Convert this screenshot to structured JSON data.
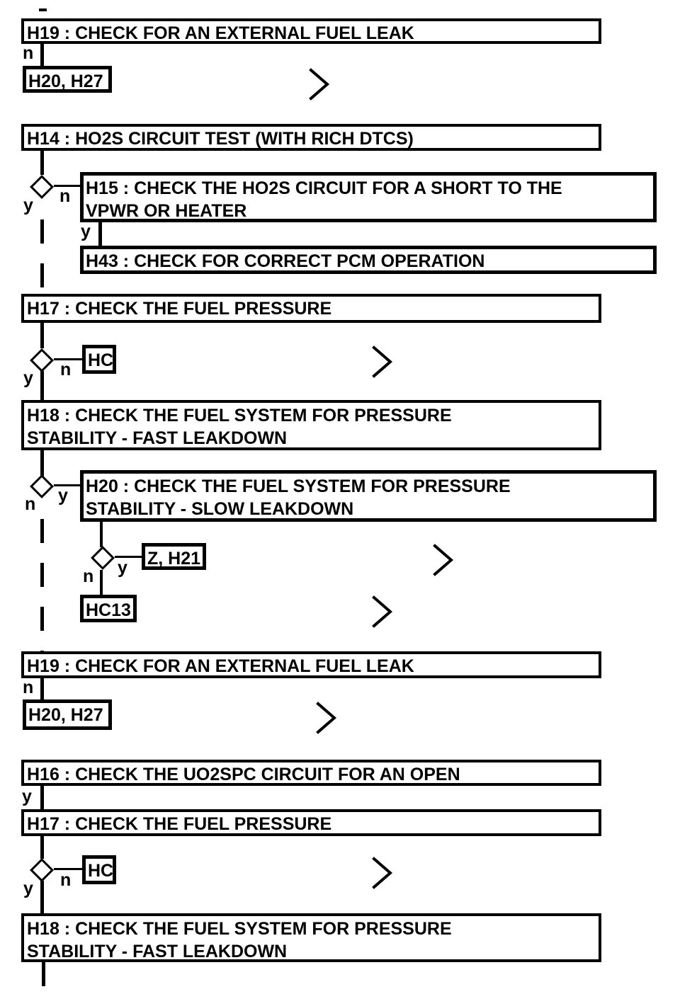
{
  "flow": {
    "yn": {
      "y": "y",
      "n": "n"
    },
    "boxes": {
      "h19_top": {
        "title": "H19 : CHECK FOR AN EXTERNAL FUEL LEAK"
      },
      "h20_h27_top": {
        "title": "H20, H27"
      },
      "h14": {
        "title": "H14 : HO2S CIRCUIT TEST (WITH RICH DTCS)"
      },
      "h15": {
        "line1": "H15 : CHECK THE HO2S CIRCUIT FOR A SHORT TO THE",
        "line2": "VPWR OR HEATER"
      },
      "h43": {
        "title": "H43 : CHECK FOR CORRECT PCM OPERATION"
      },
      "h17_a": {
        "title": "H17 : CHECK THE FUEL PRESSURE"
      },
      "hc_a": {
        "title": "HC"
      },
      "h18_a": {
        "line1": "H18 : CHECK THE FUEL SYSTEM FOR PRESSURE",
        "line2": "STABILITY - FAST LEAKDOWN"
      },
      "h20": {
        "line1": "H20 : CHECK THE FUEL SYSTEM FOR PRESSURE",
        "line2": "STABILITY - SLOW LEAKDOWN"
      },
      "z_h21": {
        "title": "Z, H21"
      },
      "hc13": {
        "title": "HC13"
      },
      "h19_mid": {
        "title": "H19 : CHECK FOR AN EXTERNAL FUEL LEAK"
      },
      "h20_h27_mid": {
        "title": "H20, H27"
      },
      "h16": {
        "title": "H16 : CHECK THE UO2SPC CIRCUIT FOR AN OPEN"
      },
      "h17_b": {
        "title": "H17 : CHECK THE FUEL PRESSURE"
      },
      "hc_b": {
        "title": "HC"
      },
      "h18_b": {
        "line1": "H18 : CHECK THE FUEL SYSTEM FOR PRESSURE",
        "line2": "STABILITY - FAST LEAKDOWN"
      }
    },
    "colors": {
      "ink": "#000000",
      "background": "#ffffff"
    }
  }
}
